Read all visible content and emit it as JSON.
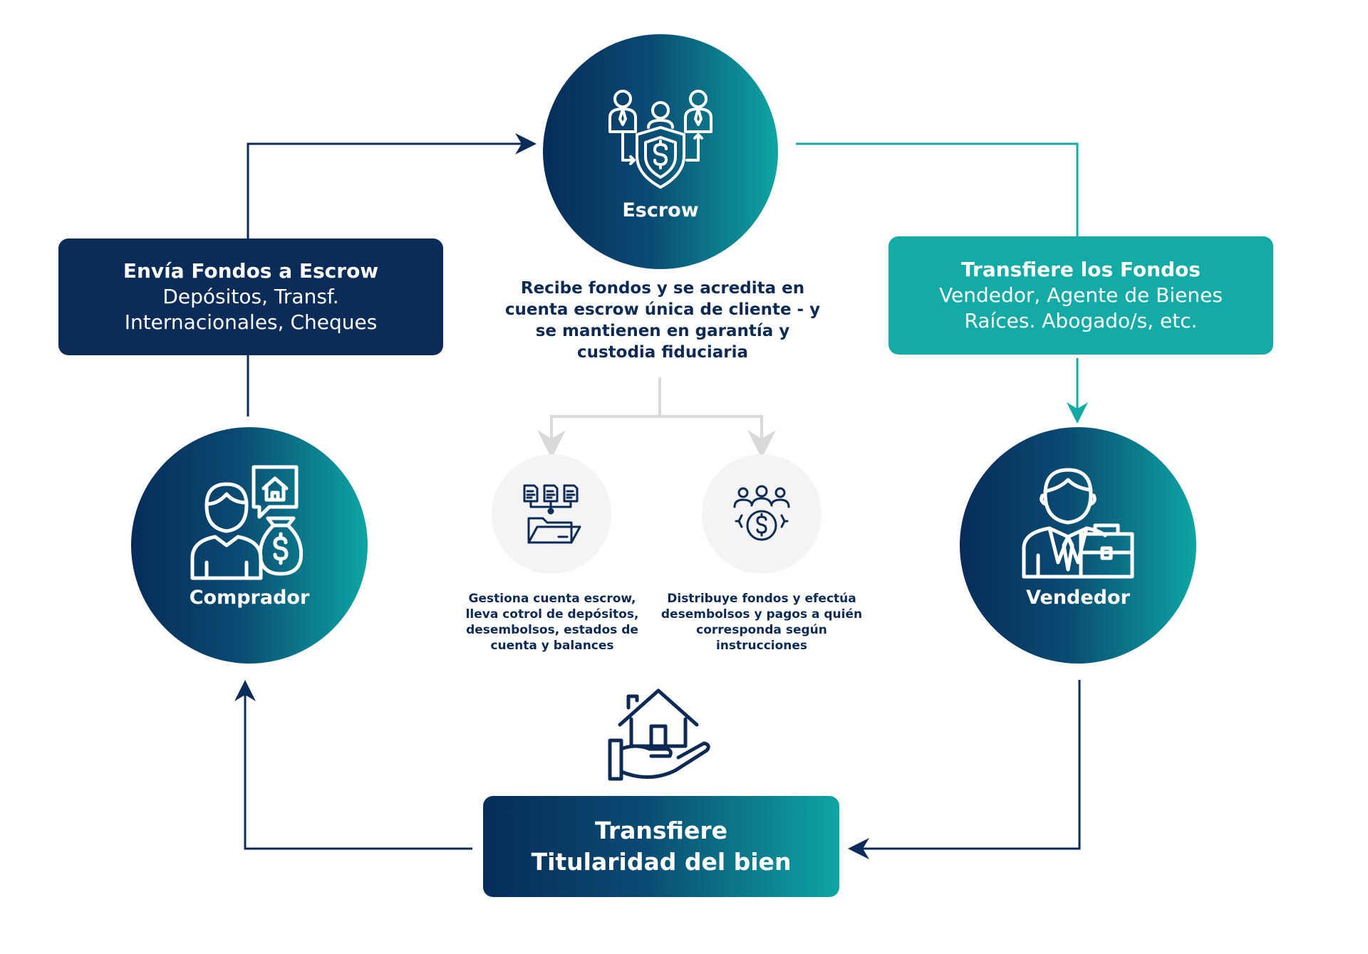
{
  "nodes": {
    "escrow": {
      "label": "Escrow"
    },
    "comprador": {
      "label": "Comprador"
    },
    "vendedor": {
      "label": "Vendedor"
    }
  },
  "boxes": {
    "envia": {
      "title": "Envía Fondos a Escrow",
      "lines": [
        "Depósitos, Transf.",
        "Internacionales, Cheques"
      ]
    },
    "transfiere_fondos": {
      "title": "Transfiere los Fondos",
      "lines": [
        "Vendedor, Agente de Bienes",
        "Raíces. Abogado/s, etc."
      ]
    },
    "titularidad": {
      "lines": [
        "Transfiere",
        "Titularidad del bien"
      ]
    }
  },
  "escrow_description": [
    "Recibe fondos y se acredita en",
    "cuenta escrow única de cliente - y",
    "se mantienen en garantía y",
    "custodia fiduciaria"
  ],
  "functions": [
    {
      "icon": "document-folder-icon",
      "text": [
        "Gestiona cuenta escrow,",
        "lleva cotrol de depósitos,",
        "desembolsos, estados de",
        "cuenta y balances"
      ]
    },
    {
      "icon": "people-money-icon",
      "text": [
        "Distribuye fondos y efectúa",
        "desembolsos y pagos a quién",
        "corresponda según",
        "instrucciones"
      ]
    }
  ],
  "colors": {
    "navy": "#0b2c58",
    "teal": "#14aaa6",
    "connector_gray": "#d9d9d9"
  },
  "icons": [
    "escrow-people-shield-icon",
    "buyer-house-money-icon",
    "seller-briefcase-icon",
    "hand-house-icon"
  ]
}
